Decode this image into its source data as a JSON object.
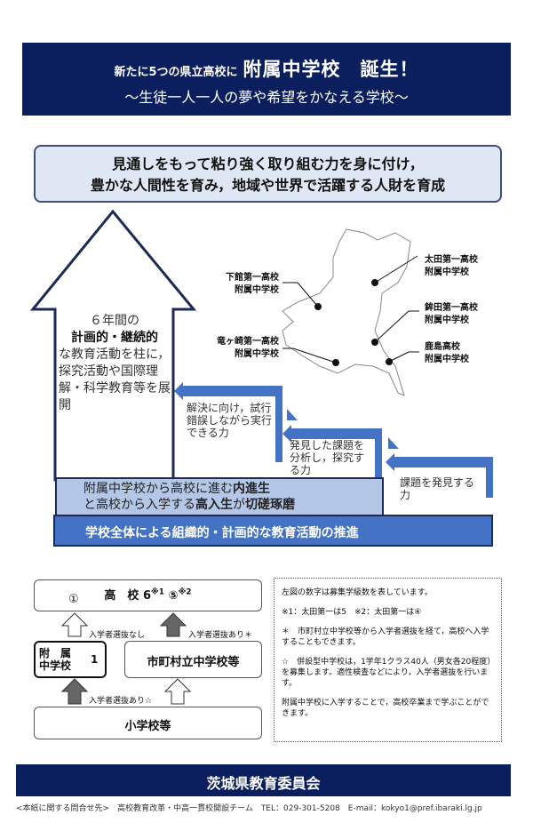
{
  "header": {
    "title_prefix": "新たに5つの県立高校に",
    "title_main": "附属中学校　誕生！",
    "subtitle": "～生徒一人一人の夢や希望をかなえる学校～"
  },
  "goal": {
    "line1": "見通しをもって粘り強く取り組む力を身に付け，",
    "line2": "豊かな人間性を育み，地域や世界で活躍する人財を育成"
  },
  "arrow": {
    "line1": "６年間の",
    "line2": "計画的・継続的",
    "line3": "な教育活動を柱に，探究活動や国際理解・科学教育等を展開"
  },
  "map": {
    "schools": [
      {
        "line1": "下館第一高校",
        "line2": "附属中学校"
      },
      {
        "line1": "竜ヶ崎第一高校",
        "line2": "附属中学校"
      },
      {
        "line1": "太田第一高校",
        "line2": "附属中学校"
      },
      {
        "line1": "鉾田第一高校",
        "line2": "附属中学校"
      },
      {
        "line1": "鹿島高校",
        "line2": "附属中学校"
      }
    ]
  },
  "steps": [
    "解決に向け，試行錯誤しながら実行できる力",
    "発見した課題を分析し，探究する力",
    "課題を発見する力"
  ],
  "mid": {
    "line1a": "附属中学校から高校に進む",
    "line1b": "内進生",
    "line2a": "と高校から入学する",
    "line2b": "高入生",
    "line2c": "が",
    "line2d": "切磋琢磨"
  },
  "bar": "学校全体による組織的・計画的な教育活動の推進",
  "diagram": {
    "high": "高　校",
    "high_count": "6",
    "note1": "※1",
    "circ1": "①",
    "circ5": "⑤",
    "note2": "※2",
    "no_exam": "入学者選抜なし",
    "exam_star": "入学者選抜あり＊",
    "attached": "附　属\n中学校",
    "attached_count": "1",
    "municipal": "市町村立中学校等",
    "exam_hoshi": "入学者選抜あり☆",
    "elem": "小学校等"
  },
  "notes": [
    "左図の数字は募集学級数を表しています。",
    "※1：太田第一は5　※2：太田第一は④",
    "＊　市町村立中学校等から入学者選抜を経て，高校へ入学することもできます。",
    "☆　併設型中学校は，1学年1クラス40人（男女各20程度）を募集します。適性検査などにより，入学者選抜を行います。",
    "附属中学校に入学することで，高校卒業まで学ぶことができます。"
  ],
  "footer": {
    "org": "茨城県教育委員会",
    "contact": "<本紙に関する問合せ先>　高校教育改革・中高一貫校開設チーム　TEL：029-301-5208　E-mail：kokyo1@pref.ibaraki.lg.jp"
  }
}
